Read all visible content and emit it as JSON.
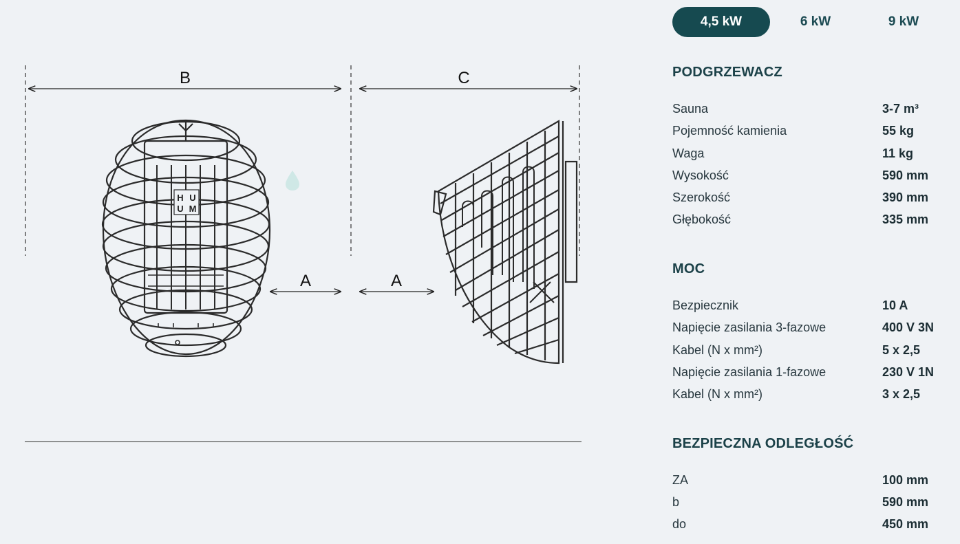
{
  "tabs": [
    {
      "label": "4,5 kW",
      "active": true
    },
    {
      "label": "6 kW",
      "active": false
    },
    {
      "label": "9 kW",
      "active": false
    }
  ],
  "diagram": {
    "label_b": "B",
    "label_c": "C",
    "label_a_left": "A",
    "label_a_right": "A",
    "logo_letters": [
      "H",
      "U",
      "U",
      "M"
    ]
  },
  "sections": [
    {
      "title": "PODGRZEWACZ",
      "rows": [
        {
          "label": "Sauna",
          "value": "3-7 m³"
        },
        {
          "label": "Pojemność kamienia",
          "value": "55 kg"
        },
        {
          "label": "Waga",
          "value": "11 kg"
        },
        {
          "label": "Wysokość",
          "value": "590 mm"
        },
        {
          "label": "Szerokość",
          "value": "390 mm"
        },
        {
          "label": "Głębokość",
          "value": "335 mm"
        }
      ]
    },
    {
      "title": "MOC",
      "rows": [
        {
          "label": "Bezpiecznik",
          "value": "10 A"
        },
        {
          "label": "Napięcie zasilania 3-fazowe",
          "value": "400 V 3N"
        },
        {
          "label": "Kabel (N x mm²)",
          "value": "5 x 2,5"
        },
        {
          "label": "Napięcie zasilania 1-fazowe",
          "value": "230 V 1N"
        },
        {
          "label": "Kabel (N x mm²)",
          "value": "3 x 2,5"
        }
      ]
    },
    {
      "title": "BEZPIECZNA ODLEGŁOŚĆ",
      "rows": [
        {
          "label": "ZA",
          "value": "100 mm"
        },
        {
          "label": "b",
          "value": "590 mm"
        },
        {
          "label": "do",
          "value": "450 mm"
        }
      ]
    }
  ],
  "colors": {
    "background": "#eff2f5",
    "tab_active_bg": "#164a50",
    "tab_text": "#1b4a52",
    "heading": "#1b4148",
    "drawing_stroke": "#2b2b2b"
  }
}
